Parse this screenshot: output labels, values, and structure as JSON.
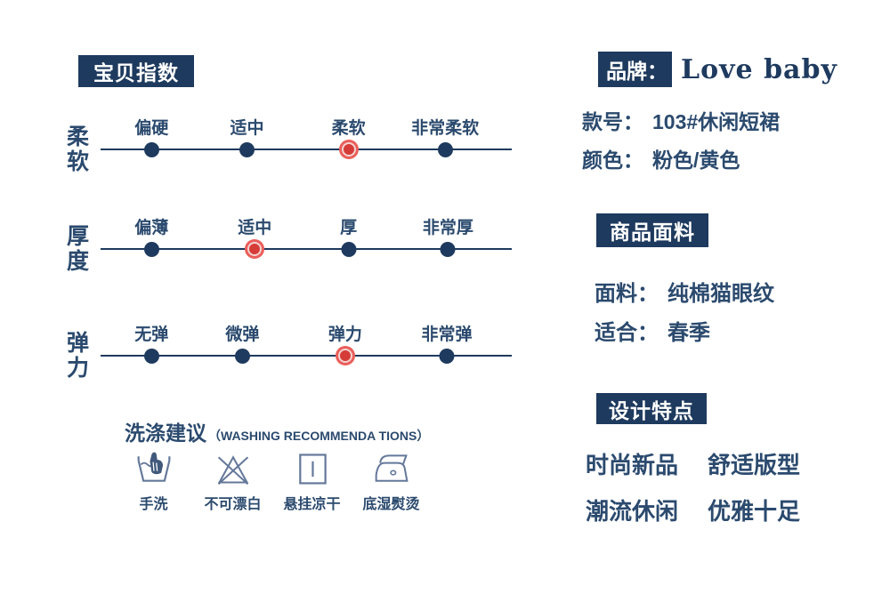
{
  "colors": {
    "navy": "#1e3a5e",
    "text": "#2b4a6e",
    "red_outer": "#ea5e5a",
    "red_inner": "#d53c38",
    "red_ring": "#f3d3d1",
    "icon": "#64789a"
  },
  "baby_index": {
    "title": "宝贝指数",
    "scales": [
      {
        "name": "柔软",
        "selected_index": 2,
        "stops": [
          "偏硬",
          "适中",
          "柔软",
          "非常柔软"
        ]
      },
      {
        "name": "厚度",
        "selected_index": 1,
        "stops": [
          "偏薄",
          "适中",
          "厚",
          "非常厚"
        ]
      },
      {
        "name": "弹力",
        "selected_index": 2,
        "stops": [
          "无弹",
          "微弹",
          "弹力",
          "非常弹"
        ]
      }
    ]
  },
  "washing": {
    "title_cn": "洗涤建议",
    "title_en": "（WASHING RECOMMENDA TIONS）",
    "items": [
      {
        "icon": "hand-wash-icon",
        "label": "手洗"
      },
      {
        "icon": "no-bleach-icon",
        "label": "不可漂白"
      },
      {
        "icon": "hang-dry-icon",
        "label": "悬挂凉干"
      },
      {
        "icon": "iron-icon",
        "label": "底湿熨烫"
      }
    ]
  },
  "product": {
    "brand_label": "品牌：",
    "brand_name": "Love baby",
    "style_label": "款号：",
    "style_value": "103#休闲短裙",
    "color_label": "颜色：",
    "color_value": "粉色/黄色",
    "fabric_section_title": "商品面料",
    "fabric_label": "面料：",
    "fabric_value": "纯棉猫眼纹",
    "season_label": "适合：",
    "season_value": "春季",
    "design_section_title": "设计特点",
    "features": [
      "时尚新品",
      "舒适版型",
      "潮流休闲",
      "优雅十足"
    ]
  }
}
